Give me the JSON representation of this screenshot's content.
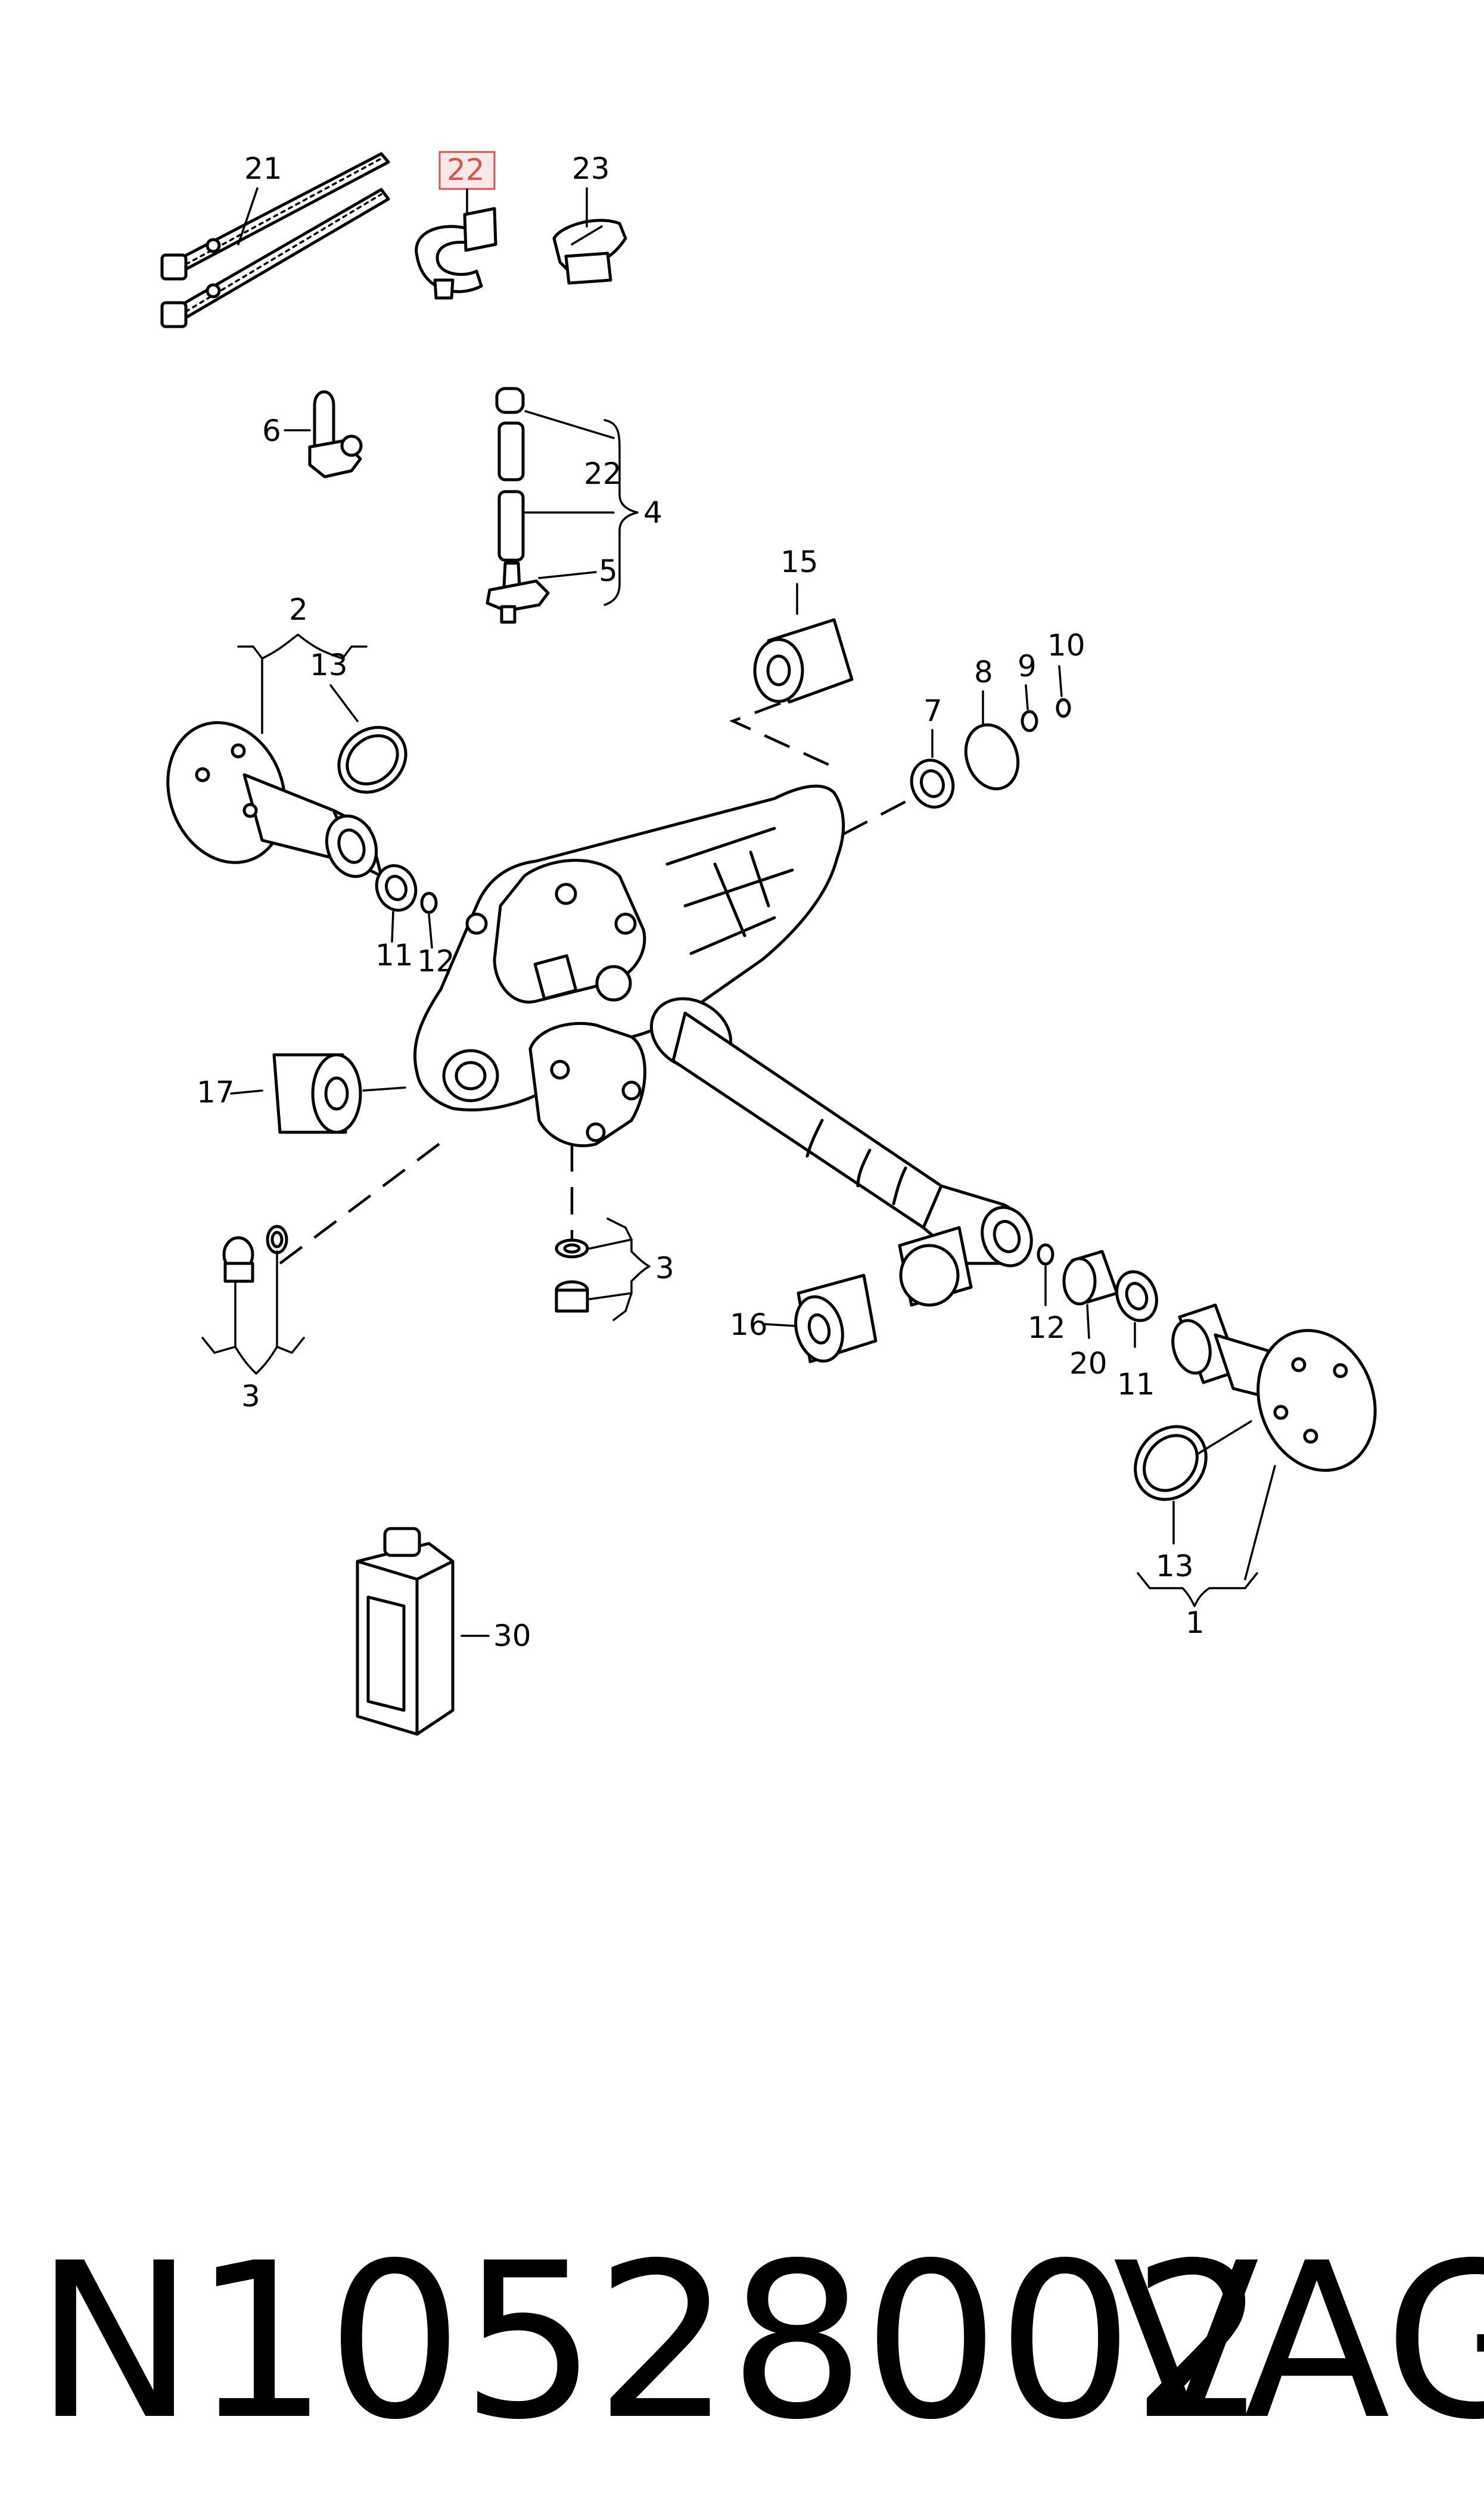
{
  "diagram": {
    "callouts": {
      "c21": "21",
      "c22_highlight": "22",
      "c23": "23",
      "c6": "6",
      "c22": "22",
      "c4": "4",
      "c5": "5",
      "c2": "2",
      "c13_left": "13",
      "c15": "15",
      "c7": "7",
      "c8": "8",
      "c9": "9",
      "c10": "10",
      "c11_left": "11",
      "c12_left": "12",
      "c17": "17",
      "c3_center": "3",
      "c3_left": "3",
      "c16": "16",
      "c12_right": "12",
      "c20": "20",
      "c11_right": "11",
      "c13_right": "13",
      "c1": "1",
      "c30": "30"
    },
    "highlight_color": "#d9534f"
  },
  "footer": {
    "part_number": "N10528002",
    "brand": "VAG"
  }
}
